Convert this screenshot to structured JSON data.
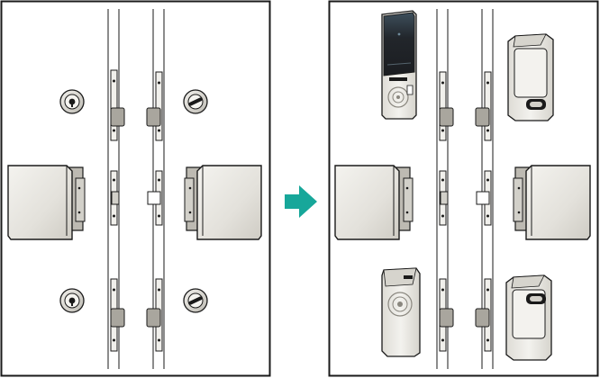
{
  "panels": [
    {
      "state": "before",
      "lock_type": "cylinder-keyhole"
    },
    {
      "state": "after",
      "lock_type": "smart-lock"
    }
  ],
  "transition_icon": "arrow-right-icon",
  "colors": {
    "arrow": "#17a79a",
    "outline": "#1a1a1a",
    "metal_light": "#ecebe6",
    "metal_mid": "#d2d0c9",
    "metal_dark": "#a9a69e",
    "keypad_screen": "#2b2e33",
    "keypad_screen_glow": "#3b5f73"
  }
}
